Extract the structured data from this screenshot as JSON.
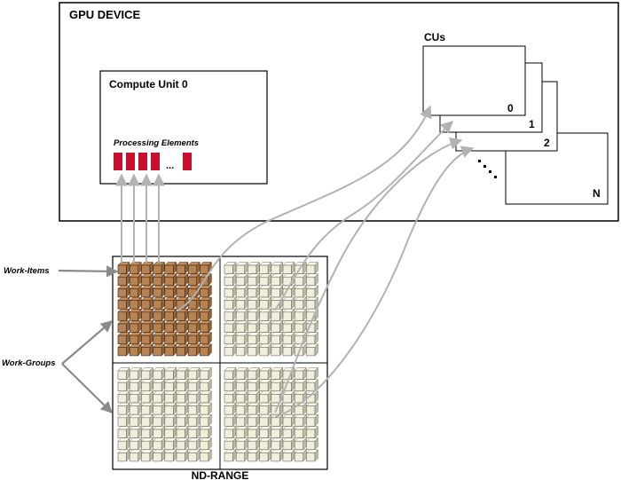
{
  "device": {
    "title": "GPU DEVICE"
  },
  "compute_unit": {
    "title": "Compute Unit 0",
    "pe_label": "Processing Elements",
    "pe_ellipsis": "..."
  },
  "cus": {
    "title": "CUs",
    "cards": [
      {
        "label": "0"
      },
      {
        "label": "1"
      },
      {
        "label": "2"
      },
      {
        "label": "N"
      }
    ]
  },
  "labels": {
    "work_items": "Work-Items",
    "work_groups": "Work-Groups",
    "nd_range": "ND-RANGE"
  },
  "colors": {
    "pe_red": "#c8102e",
    "active_group": "#b88352",
    "idle_group": "#f1eedc",
    "arrow_gray": "#b3b3b3"
  }
}
